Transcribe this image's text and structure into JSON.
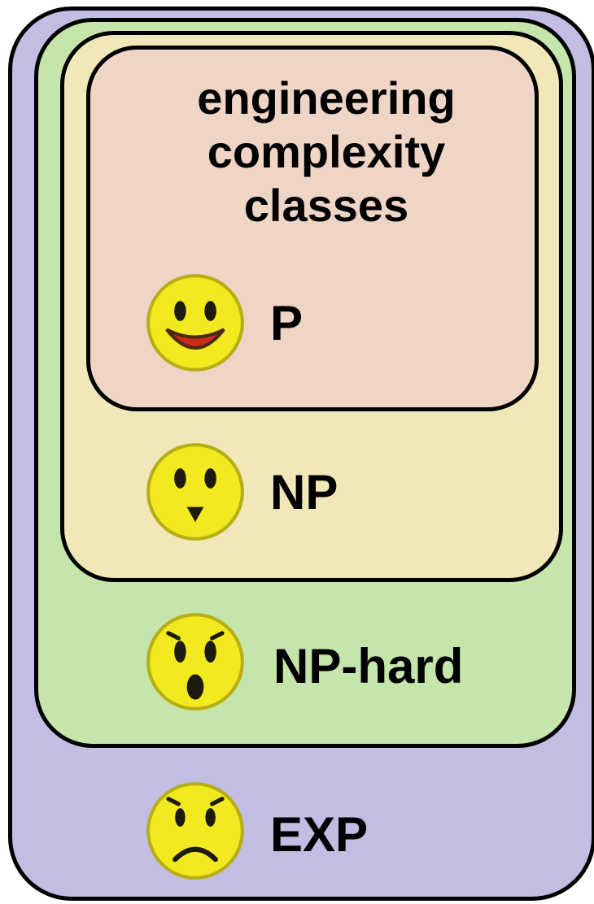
{
  "diagram": {
    "title_lines": [
      "engineering",
      "complexity",
      "classes"
    ],
    "classes": [
      {
        "id": "exp",
        "label": "EXP",
        "fill": "#c1bde3",
        "face": "frowning-face-icon"
      },
      {
        "id": "nphard",
        "label": "NP-hard",
        "fill": "#c5e5aa",
        "face": "shocked-face-icon"
      },
      {
        "id": "np",
        "label": "NP",
        "fill": "#f1e8b9",
        "face": "surprised-face-icon"
      },
      {
        "id": "p",
        "label": "P",
        "fill": "#efd5c6",
        "face": "smiling-face-icon"
      }
    ]
  },
  "colors": {
    "outline": "#000000",
    "face_yellow": "#f2ea1e",
    "mouth_red": "#cc2a1a"
  }
}
